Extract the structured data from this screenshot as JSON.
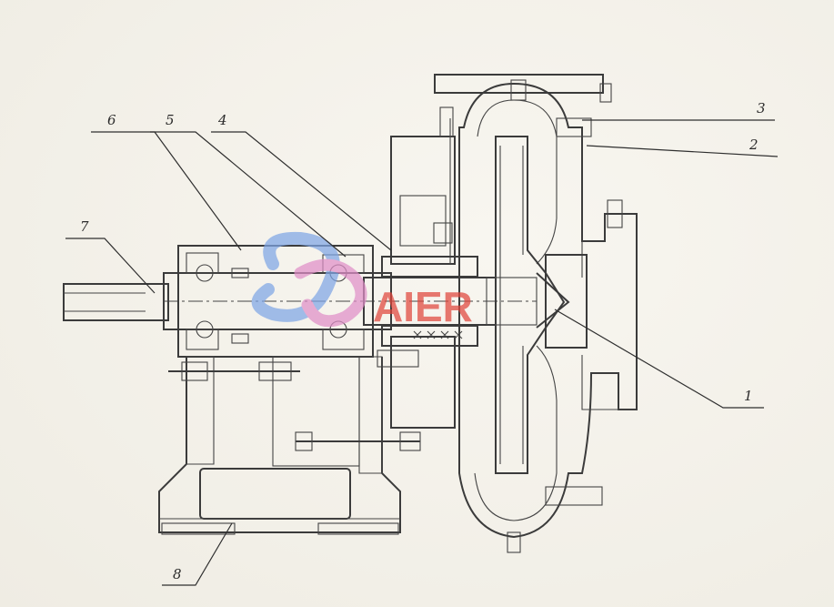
{
  "labels": {
    "p1": "1",
    "p2": "2",
    "p3": "3",
    "p4": "4",
    "p5": "5",
    "p6": "6",
    "p7": "7",
    "p8": "8"
  },
  "watermark": {
    "text": "AIER",
    "colors": {
      "swirl_blue": "#7fa6e6",
      "swirl_pink": "#e08fc8",
      "text_red": "#e0463c"
    }
  },
  "colors": {
    "ink": "#3b3b3b",
    "paper": "#f4f1ea"
  }
}
